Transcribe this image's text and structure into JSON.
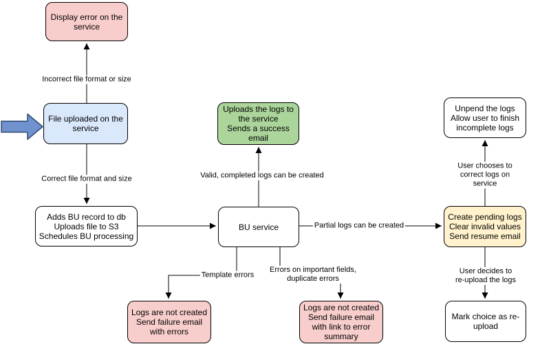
{
  "diagram": {
    "type": "flowchart",
    "nodes": {
      "display_error": {
        "label": "Display error on the\nservice",
        "fill": "#f8cecc"
      },
      "file_uploaded": {
        "label": "File uploaded on the\nservice",
        "fill": "#dae8fc"
      },
      "adds_bu_record": {
        "label": "Adds BU record to db\nUploads file to S3\nSchedules BU processing",
        "fill": "#ffffff"
      },
      "bu_service": {
        "label": "BU service",
        "fill": "#ffffff"
      },
      "upload_success": {
        "label": "Uploads the logs to\nthe service\nSends a success\nemail",
        "fill": "#abd59a"
      },
      "create_pending": {
        "label": "Create pending logs\nClear invalid values\nSend resume email",
        "fill": "#fff2cc"
      },
      "unpend_logs": {
        "label": "Unpend the logs\nAllow user to finish\nincomplete logs",
        "fill": "#ffffff"
      },
      "mark_reupload": {
        "label": "Mark choice as re-\nupload",
        "fill": "#ffffff"
      },
      "failure_errors": {
        "label": "Logs are not created\nSend failure email\nwith errors",
        "fill": "#f8cecc"
      },
      "failure_summary": {
        "label": "Logs are not created\nSend failure email\nwith link to error\nsummary",
        "fill": "#f8cecc"
      }
    },
    "edge_labels": {
      "incorrect_format": "Incorrect file format or size",
      "correct_format": "Correct file format and size",
      "valid_logs": "Valid, completed logs can be created",
      "partial_logs": "Partial logs can be created",
      "template_errors": "Template errors",
      "field_errors": "Errors on important fields,\nduplicate errors",
      "user_corrects": "User chooses to correct logs on service",
      "user_reuploads": "User decides to re-upload the logs"
    },
    "entry_arrow": {
      "fill": "#7093d0",
      "stroke": "#2f4a70"
    },
    "colors": {
      "node_border": "#000000",
      "edge": "#000000"
    }
  }
}
